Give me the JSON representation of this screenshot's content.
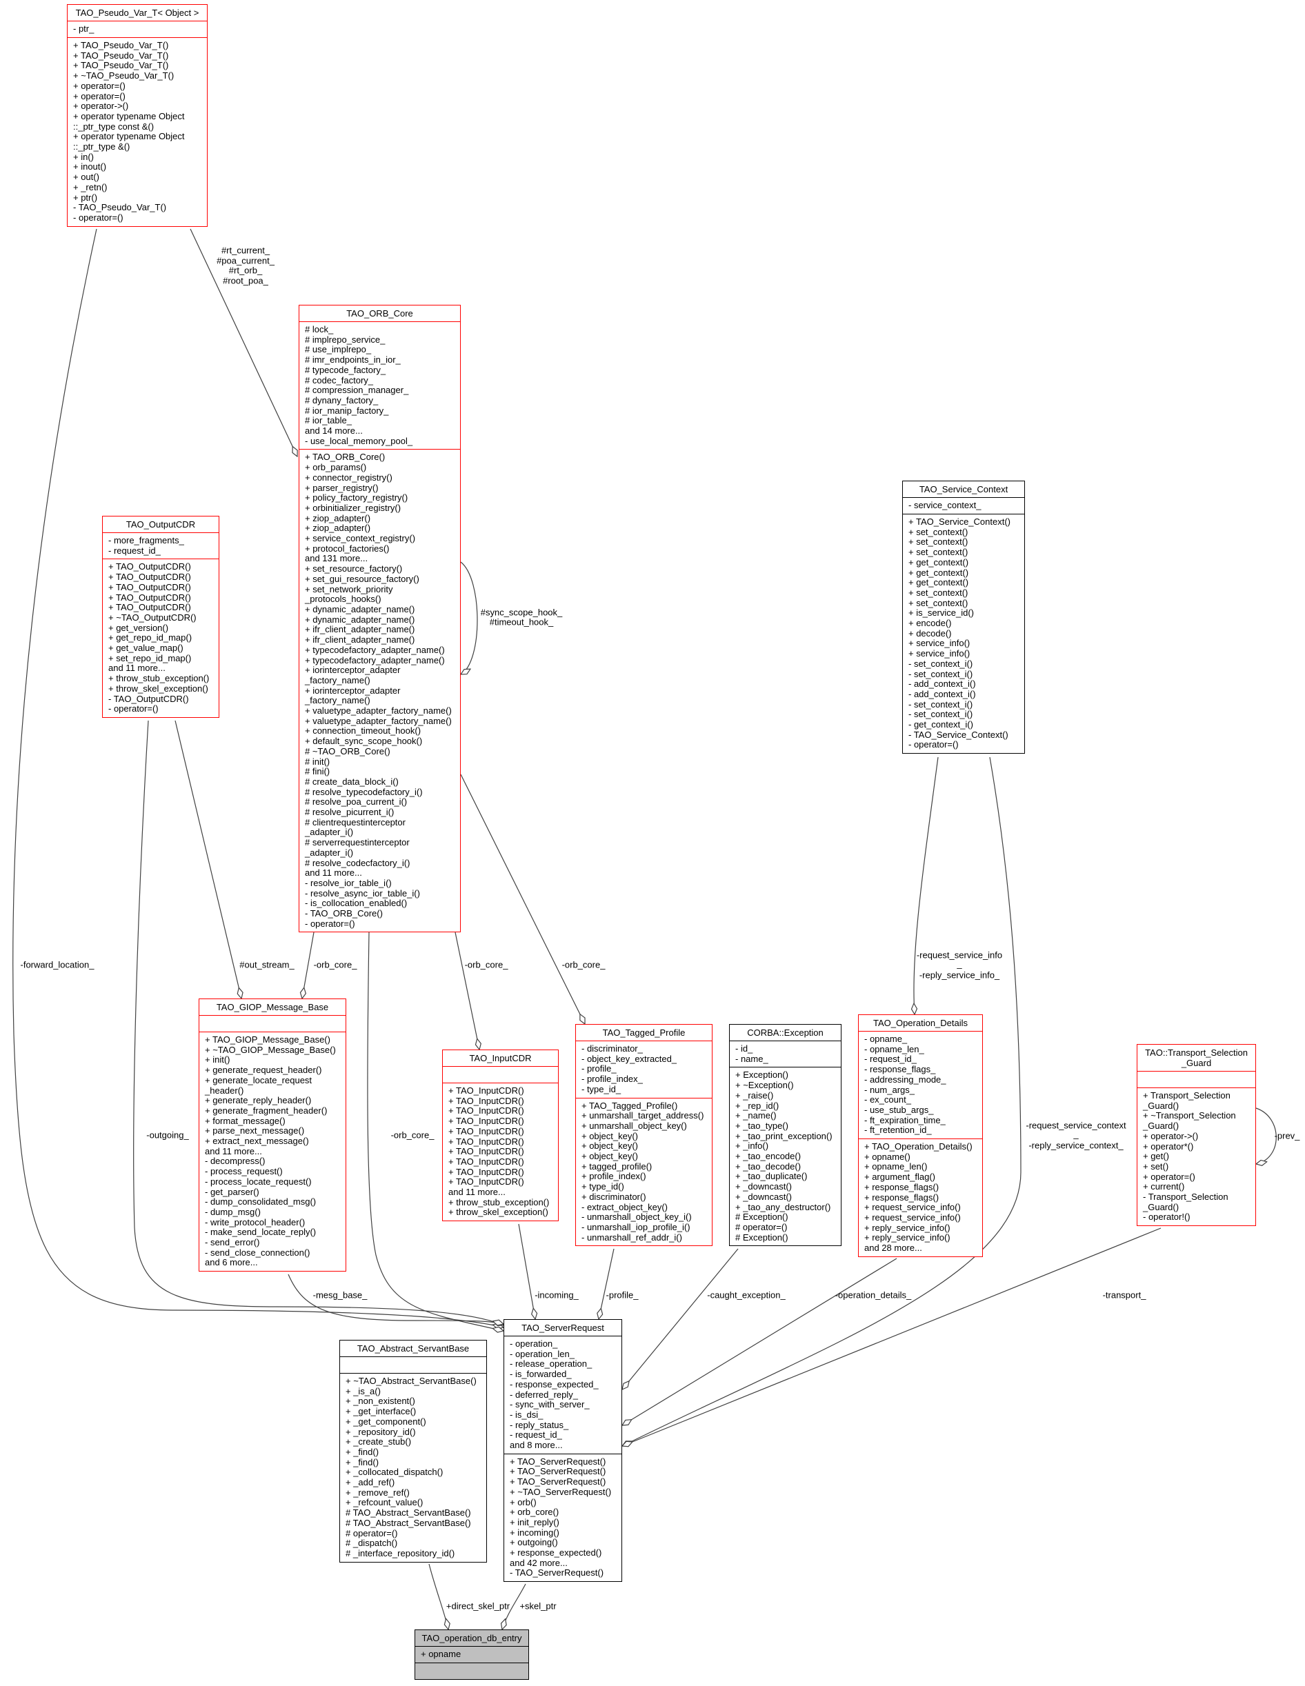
{
  "colors": {
    "highlight_border": "#ff0000",
    "normal_border": "#000000",
    "focus_fill": "#bfbfbf",
    "edge": "#404040"
  },
  "classes": [
    {
      "id": "pseudo_var",
      "title": "TAO_Pseudo_Var_T< Object >",
      "border": "#ff0000",
      "attributes": [
        "- ptr_"
      ],
      "methods": [
        "+ TAO_Pseudo_Var_T()",
        "+ TAO_Pseudo_Var_T()",
        "+ TAO_Pseudo_Var_T()",
        "+ ~TAO_Pseudo_Var_T()",
        "+ operator=()",
        "+ operator=()",
        "+ operator->()",
        "+ operator typename Object",
        "::_ptr_type const &()",
        "+ operator typename Object",
        "::_ptr_type &()",
        "+ in()",
        "+ inout()",
        "+ out()",
        "+ _retn()",
        "+ ptr()",
        "- TAO_Pseudo_Var_T()",
        "- operator=()"
      ]
    },
    {
      "id": "orb_core",
      "title": "TAO_ORB_Core",
      "border": "#ff0000",
      "attributes": [
        "# lock_",
        "# implrepo_service_",
        "# use_implrepo_",
        "# imr_endpoints_in_ior_",
        "# typecode_factory_",
        "# codec_factory_",
        "# compression_manager_",
        "# dynany_factory_",
        "# ior_manip_factory_",
        "# ior_table_",
        "and 14 more...",
        "- use_local_memory_pool_"
      ],
      "methods": [
        "+ TAO_ORB_Core()",
        "+ orb_params()",
        "+ connector_registry()",
        "+ parser_registry()",
        "+ policy_factory_registry()",
        "+ orbinitializer_registry()",
        "+ ziop_adapter()",
        "+ ziop_adapter()",
        "+ service_context_registry()",
        "+ protocol_factories()",
        "and 131 more...",
        "+ set_resource_factory()",
        "+ set_gui_resource_factory()",
        "+ set_network_priority",
        "_protocols_hooks()",
        "+ dynamic_adapter_name()",
        "+ dynamic_adapter_name()",
        "+ ifr_client_adapter_name()",
        "+ ifr_client_adapter_name()",
        "+ typecodefactory_adapter_name()",
        "+ typecodefactory_adapter_name()",
        "+ iorinterceptor_adapter",
        "_factory_name()",
        "+ iorinterceptor_adapter",
        "_factory_name()",
        "+ valuetype_adapter_factory_name()",
        "+ valuetype_adapter_factory_name()",
        "+ connection_timeout_hook()",
        "+ default_sync_scope_hook()",
        "# ~TAO_ORB_Core()",
        "# init()",
        "# fini()",
        "# create_data_block_i()",
        "# resolve_typecodefactory_i()",
        "# resolve_poa_current_i()",
        "# resolve_picurrent_i()",
        "# clientrequestinterceptor",
        "_adapter_i()",
        "# serverrequestinterceptor",
        "_adapter_i()",
        "# resolve_codecfactory_i()",
        "and 11 more...",
        "- resolve_ior_table_i()",
        "- resolve_async_ior_table_i()",
        "- is_collocation_enabled()",
        "- TAO_ORB_Core()",
        "- operator=()"
      ]
    },
    {
      "id": "output_cdr",
      "title": "TAO_OutputCDR",
      "border": "#ff0000",
      "attributes": [
        "- more_fragments_",
        "- request_id_"
      ],
      "methods": [
        "+ TAO_OutputCDR()",
        "+ TAO_OutputCDR()",
        "+ TAO_OutputCDR()",
        "+ TAO_OutputCDR()",
        "+ TAO_OutputCDR()",
        "+ ~TAO_OutputCDR()",
        "+ get_version()",
        "+ get_repo_id_map()",
        "+ get_value_map()",
        "+ set_repo_id_map()",
        "and 11 more...",
        "+ throw_stub_exception()",
        "+ throw_skel_exception()",
        "- TAO_OutputCDR()",
        "- operator=()"
      ]
    },
    {
      "id": "service_context",
      "title": "TAO_Service_Context",
      "border": "#000000",
      "attributes": [
        "- service_context_"
      ],
      "methods": [
        "+ TAO_Service_Context()",
        "+ set_context()",
        "+ set_context()",
        "+ set_context()",
        "+ get_context()",
        "+ get_context()",
        "+ get_context()",
        "+ set_context()",
        "+ set_context()",
        "+ is_service_id()",
        "+ encode()",
        "+ decode()",
        "+ service_info()",
        "+ service_info()",
        "- set_context_i()",
        "- set_context_i()",
        "- add_context_i()",
        "- add_context_i()",
        "- set_context_i()",
        "- set_context_i()",
        "- get_context_i()",
        "- TAO_Service_Context()",
        "- operator=()"
      ]
    },
    {
      "id": "giop_message_base",
      "title": "TAO_GIOP_Message_Base",
      "border": "#ff0000",
      "attributes": [],
      "methods": [
        "+ TAO_GIOP_Message_Base()",
        "+ ~TAO_GIOP_Message_Base()",
        "+ init()",
        "+ generate_request_header()",
        "+ generate_locate_request",
        "_header()",
        "+ generate_reply_header()",
        "+ generate_fragment_header()",
        "+ format_message()",
        "+ parse_next_message()",
        "+ extract_next_message()",
        "and 11 more...",
        "- decompress()",
        "- process_request()",
        "- process_locate_request()",
        "- get_parser()",
        "- dump_consolidated_msg()",
        "- dump_msg()",
        "- write_protocol_header()",
        "- make_send_locate_reply()",
        "- send_error()",
        "- send_close_connection()",
        "and 6 more..."
      ]
    },
    {
      "id": "input_cdr",
      "title": "TAO_InputCDR",
      "border": "#ff0000",
      "attributes": [],
      "methods": [
        "+ TAO_InputCDR()",
        "+ TAO_InputCDR()",
        "+ TAO_InputCDR()",
        "+ TAO_InputCDR()",
        "+ TAO_InputCDR()",
        "+ TAO_InputCDR()",
        "+ TAO_InputCDR()",
        "+ TAO_InputCDR()",
        "+ TAO_InputCDR()",
        "+ TAO_InputCDR()",
        "and 11 more...",
        "+ throw_stub_exception()",
        "+ throw_skel_exception()"
      ]
    },
    {
      "id": "tagged_profile",
      "title": "TAO_Tagged_Profile",
      "border": "#ff0000",
      "attributes": [
        "- discriminator_",
        "- object_key_extracted_",
        "- profile_",
        "- profile_index_",
        "- type_id_"
      ],
      "methods": [
        "+ TAO_Tagged_Profile()",
        "+ unmarshall_target_address()",
        "+ unmarshall_object_key()",
        "+ object_key()",
        "+ object_key()",
        "+ object_key()",
        "+ tagged_profile()",
        "+ profile_index()",
        "+ type_id()",
        "+ discriminator()",
        "- extract_object_key()",
        "- unmarshall_object_key_i()",
        "- unmarshall_iop_profile_i()",
        "- unmarshall_ref_addr_i()"
      ]
    },
    {
      "id": "corba_exception",
      "title": "CORBA::Exception",
      "border": "#000000",
      "attributes": [
        "- id_",
        "- name_"
      ],
      "methods": [
        "+ Exception()",
        "+ ~Exception()",
        "+ _raise()",
        "+ _rep_id()",
        "+ _name()",
        "+ _tao_type()",
        "+ _tao_print_exception()",
        "+ _info()",
        "+ _tao_encode()",
        "+ _tao_decode()",
        "+ _tao_duplicate()",
        "+ _downcast()",
        "+ _downcast()",
        "+ _tao_any_destructor()",
        "# Exception()",
        "# operator=()",
        "# Exception()"
      ]
    },
    {
      "id": "operation_details",
      "title": "TAO_Operation_Details",
      "border": "#ff0000",
      "attributes": [
        "- opname_",
        "- opname_len_",
        "- request_id_",
        "- response_flags_",
        "- addressing_mode_",
        "- num_args_",
        "- ex_count_",
        "- use_stub_args_",
        "- ft_expiration_time_",
        "- ft_retention_id_"
      ],
      "methods": [
        "+ TAO_Operation_Details()",
        "+ opname()",
        "+ opname_len()",
        "+ argument_flag()",
        "+ response_flags()",
        "+ response_flags()",
        "+ request_service_info()",
        "+ request_service_info()",
        "+ reply_service_info()",
        "+ reply_service_info()",
        "and 28 more..."
      ]
    },
    {
      "id": "transport_guard",
      "title": "TAO::Transport_Selection\n_Guard",
      "border": "#ff0000",
      "attributes": [],
      "methods": [
        "+ Transport_Selection",
        "_Guard()",
        "+ ~Transport_Selection",
        "_Guard()",
        "+ operator->()",
        "+ operator*()",
        "+ get()",
        "+ set()",
        "+ operator=()",
        "+ current()",
        "- Transport_Selection",
        "_Guard()",
        "- operator!()"
      ]
    },
    {
      "id": "abstract_servant_base",
      "title": "TAO_Abstract_ServantBase",
      "border": "#000000",
      "attributes": [],
      "methods": [
        "+ ~TAO_Abstract_ServantBase()",
        "+ _is_a()",
        "+ _non_existent()",
        "+ _get_interface()",
        "+ _get_component()",
        "+ _repository_id()",
        "+ _create_stub()",
        "+ _find()",
        "+ _find()",
        "+ _collocated_dispatch()",
        "+ _add_ref()",
        "+ _remove_ref()",
        "+ _refcount_value()",
        "# TAO_Abstract_ServantBase()",
        "# TAO_Abstract_ServantBase()",
        "# operator=()",
        "# _dispatch()",
        "# _interface_repository_id()"
      ]
    },
    {
      "id": "server_request",
      "title": "TAO_ServerRequest",
      "border": "#000000",
      "attributes": [
        "- operation_",
        "- operation_len_",
        "- release_operation_",
        "- is_forwarded_",
        "- response_expected_",
        "- deferred_reply_",
        "- sync_with_server_",
        "- is_dsi_",
        "- reply_status_",
        "- request_id_",
        "and 8 more..."
      ],
      "methods": [
        "+ TAO_ServerRequest()",
        "+ TAO_ServerRequest()",
        "+ TAO_ServerRequest()",
        "+ ~TAO_ServerRequest()",
        "+ orb()",
        "+ orb_core()",
        "+ init_reply()",
        "+ incoming()",
        "+ outgoing()",
        "+ response_expected()",
        "and 42 more...",
        "- TAO_ServerRequest()"
      ]
    },
    {
      "id": "operation_db_entry",
      "title": "TAO_operation_db_entry",
      "border": "#000000",
      "fill": "#bfbfbf",
      "attributes": [
        "+ opname"
      ],
      "methods": []
    }
  ],
  "edge_labels": {
    "rt_current": "#rt_current_",
    "poa_current": "#poa_current_",
    "rt_orb": "#rt_orb_",
    "root_poa": "#root_poa_",
    "sync_scope_hook": "#sync_scope_hook_",
    "timeout_hook": "#timeout_hook_",
    "forward_location": "-forward_location_",
    "out_stream": "#out_stream_",
    "orb_core_giop": "-orb_core_",
    "orb_core_input": "-orb_core_",
    "orb_core_tagged": "-orb_core_",
    "orb_core_server": "-orb_core_",
    "outgoing": "-outgoing_",
    "mesg_base": "-mesg_base_",
    "incoming": "-incoming_",
    "profile": "-profile_",
    "caught_exception": "-caught_exception_",
    "operation_details": "-operation_details_",
    "transport": "-transport_",
    "request_service_info": "-request_service_info",
    "request_service_info_cont": "_",
    "reply_service_info": "-reply_service_info_",
    "request_service_context": "-request_service_context",
    "request_service_context_cont": "_",
    "reply_service_context": "-reply_service_context_",
    "prev": "-prev_",
    "direct_skel_ptr": "+direct_skel_ptr",
    "skel_ptr": "+skel_ptr"
  }
}
